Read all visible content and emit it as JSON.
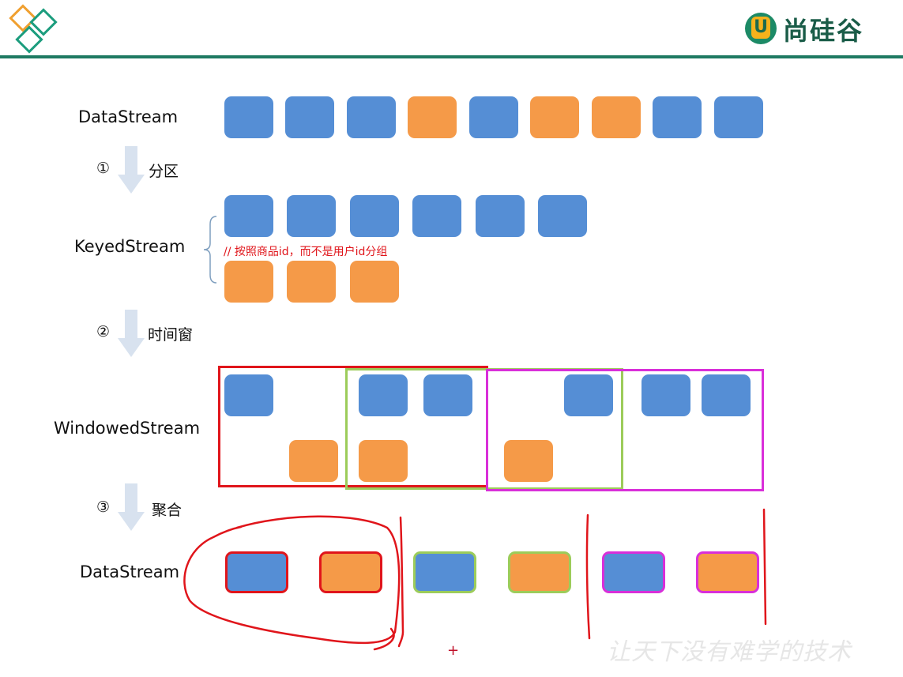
{
  "header": {
    "brand_name": "尚硅谷",
    "brand_mark": "U",
    "colors": {
      "rule": "#1e7a62",
      "logo_orange": "#f0a030",
      "logo_green": "#1c9d7e"
    }
  },
  "rows": {
    "datastream_top": {
      "label": "DataStream"
    },
    "keyedstream": {
      "label": "KeyedStream",
      "note": "// 按照商品id，而不是用户id分组"
    },
    "windowedstream": {
      "label": "WindowedStream"
    },
    "datastream_bottom": {
      "label": "DataStream"
    }
  },
  "steps": [
    {
      "num": "①",
      "text": "分区"
    },
    {
      "num": "②",
      "text": "时间窗"
    },
    {
      "num": "③",
      "text": "聚合"
    }
  ],
  "colors": {
    "blue": "#558ed5",
    "orange": "#f59a48",
    "window_red": "#e0151b",
    "window_green": "#9ccc5a",
    "window_magenta": "#d92fd9",
    "arrow": "#d8e2ef"
  },
  "footer": {
    "slogan": "让天下没有难学的技术",
    "cursor": "+"
  }
}
